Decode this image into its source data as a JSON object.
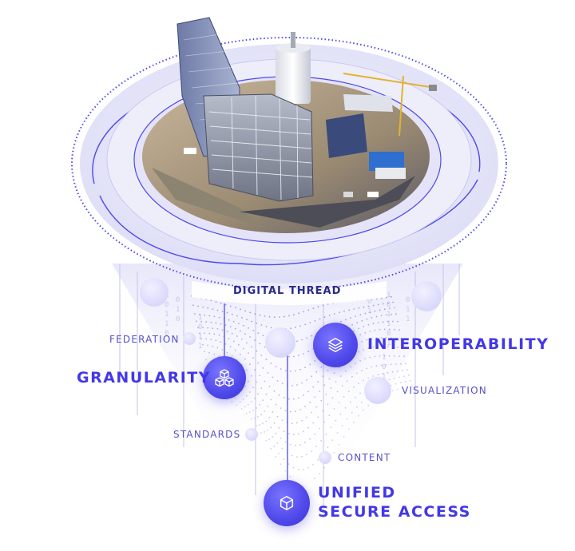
{
  "ring": {
    "label": "DIGITAL THREAD"
  },
  "primary": [
    {
      "id": "interoperability",
      "label": "INTEROPERABILITY",
      "icon": "layers-icon"
    },
    {
      "id": "granularity",
      "label": "GRANULARITY",
      "icon": "cubes-icon"
    },
    {
      "id": "unified",
      "label_line1": "UNIFIED",
      "label_line2": "SECURE ACCESS",
      "icon": "cube-icon"
    }
  ],
  "secondary": [
    {
      "id": "federation",
      "label": "FEDERATION"
    },
    {
      "id": "visualization",
      "label": "VISUALIZATION"
    },
    {
      "id": "standards",
      "label": "STANDARDS"
    },
    {
      "id": "content",
      "label": "CONTENT"
    }
  ],
  "colors": {
    "accent": "#4f48ea",
    "ring": "#d9d9f7",
    "label": "#4b47d6"
  }
}
